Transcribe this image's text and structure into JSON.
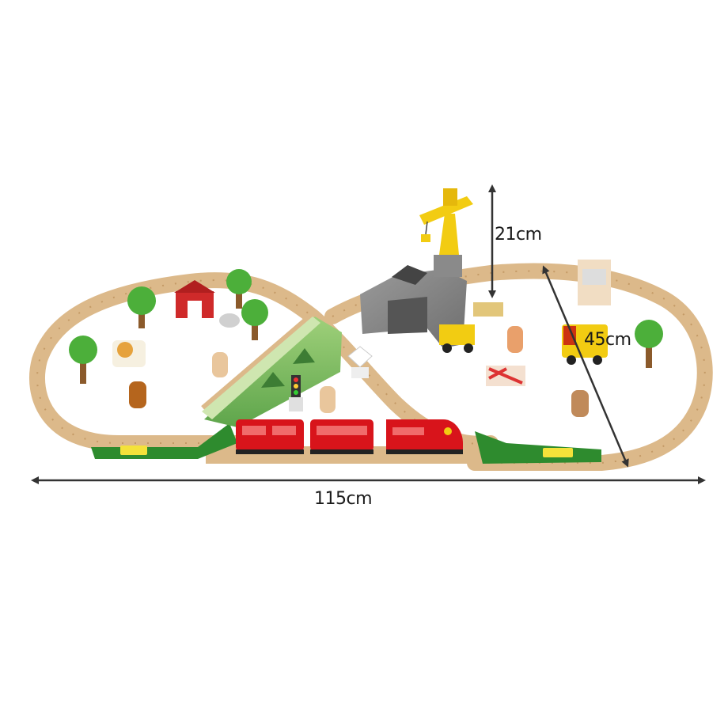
{
  "dimensions": {
    "width": "115cm",
    "height": "21cm",
    "depth": "45cm"
  },
  "colors": {
    "track_wood": "#dcb98a",
    "track_groove": "#c49a66",
    "switch_green": "#2e8b2e",
    "train_red": "#d8141b",
    "crane_yellow": "#f2cc12",
    "arrow_dark": "#333333"
  }
}
